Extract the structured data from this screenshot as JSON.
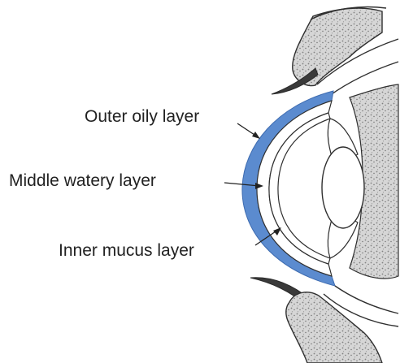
{
  "labels": {
    "outer": "Outer oily layer",
    "middle": "Middle watery layer",
    "inner": "Inner mucus layer"
  },
  "colors": {
    "tear_film_outer": "#5b8bcf",
    "outline": "#2f2f2f",
    "tissue_fill": "#d4d4d4",
    "tissue_speckle": "#7a7a7a",
    "eyelash": "#3a3a3a",
    "text": "#222222"
  }
}
